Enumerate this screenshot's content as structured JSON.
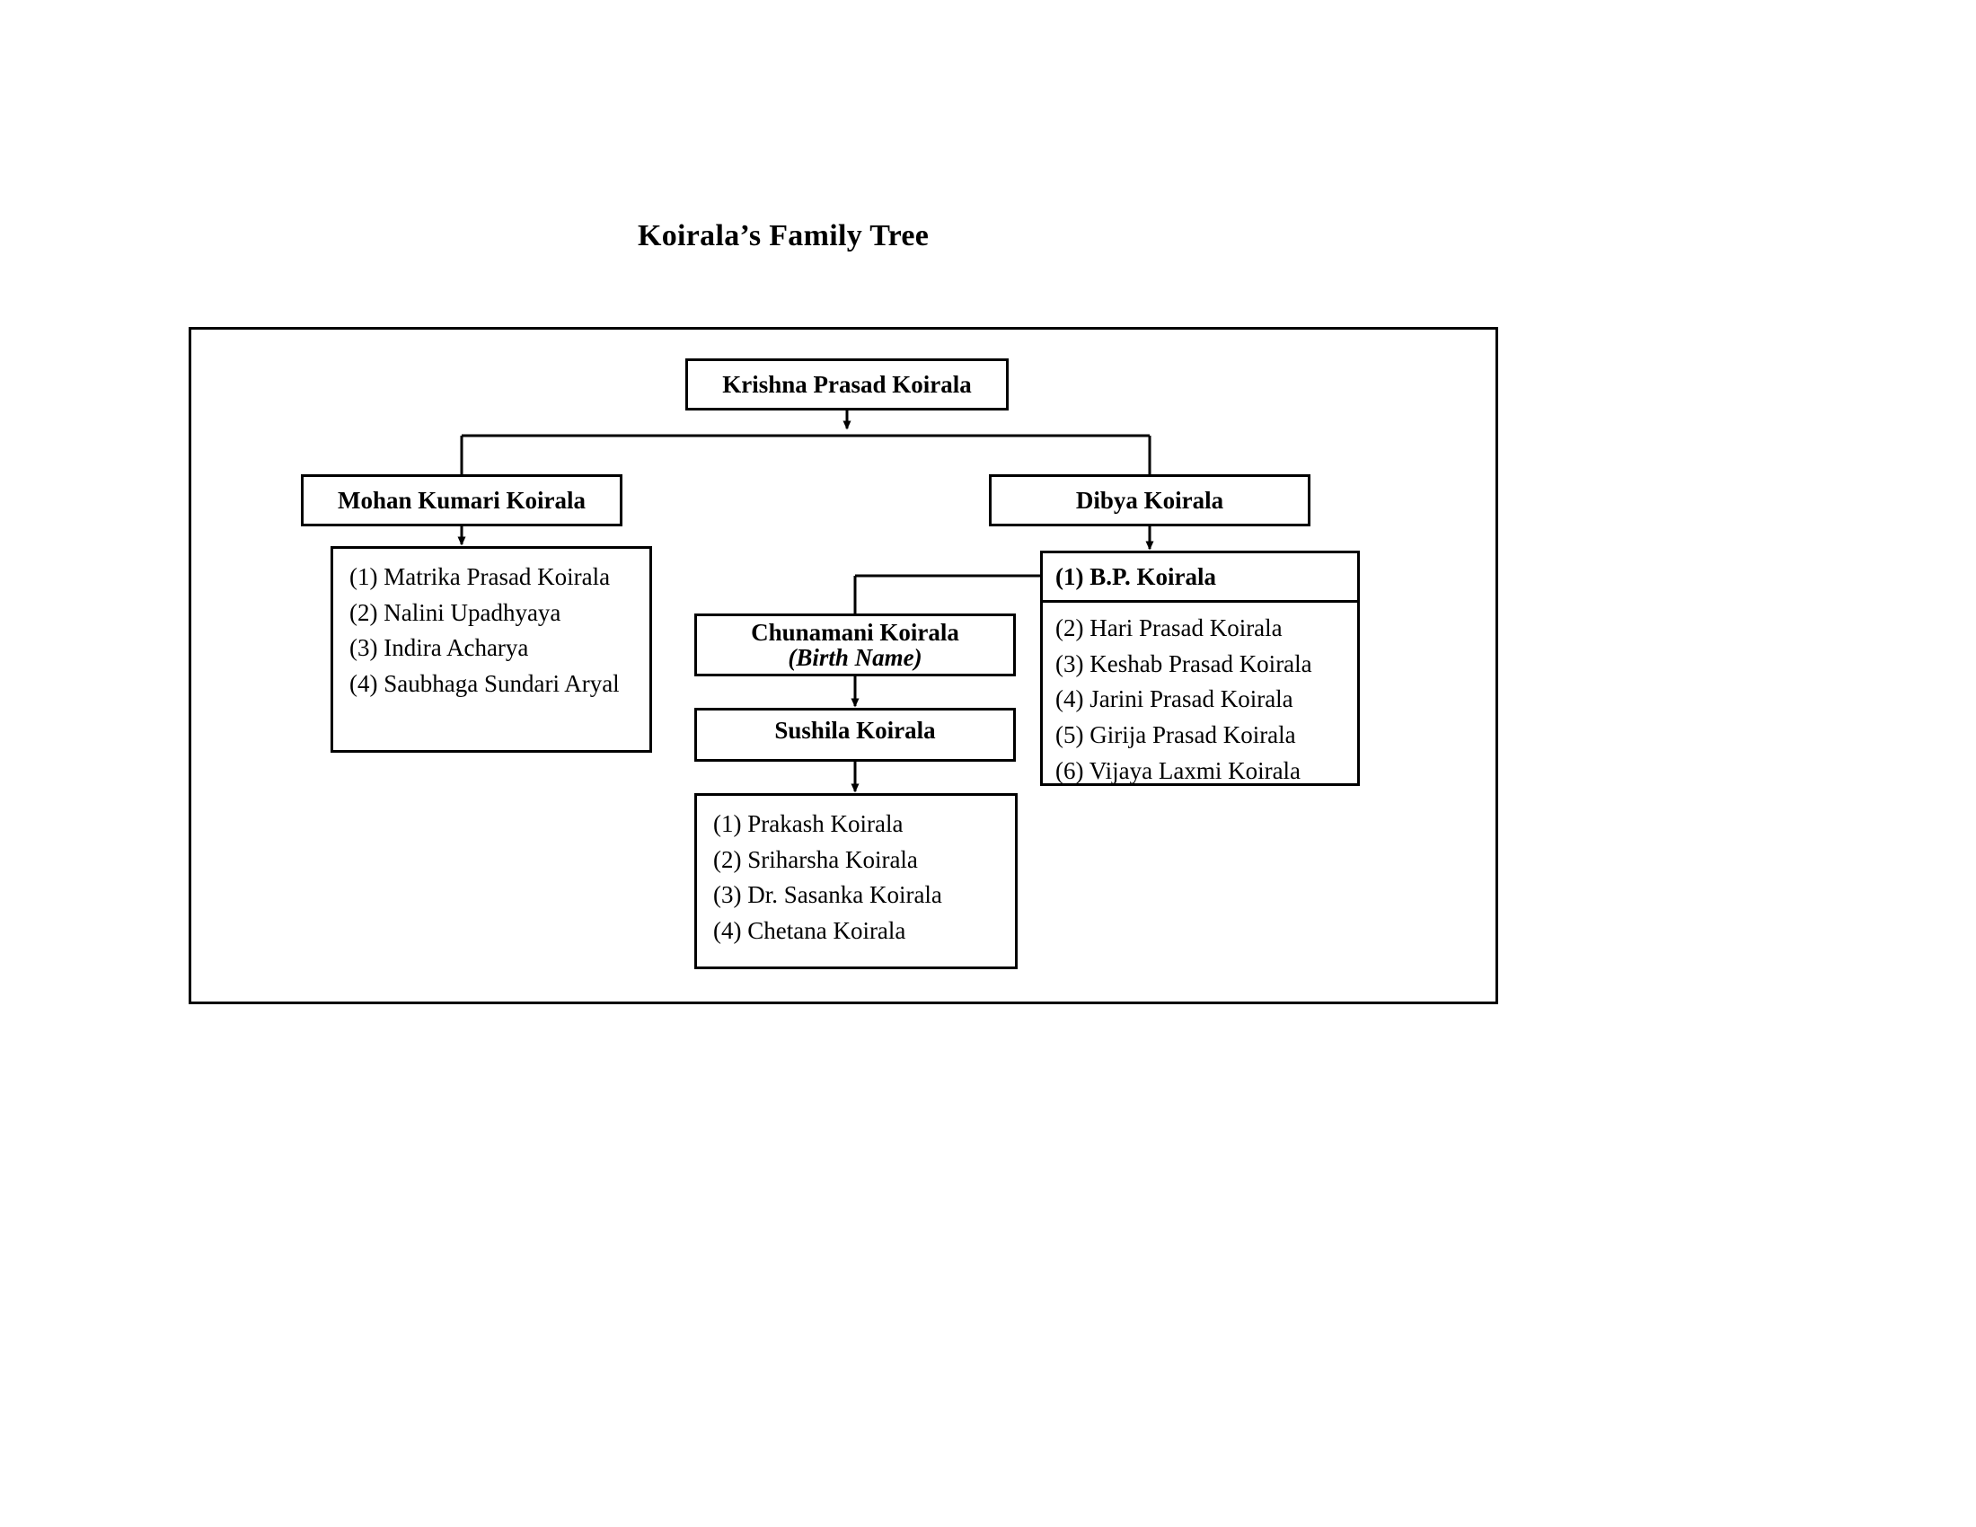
{
  "title": "Koirala’s Family Tree",
  "tree": {
    "root": {
      "label": "Krishna Prasad Koirala"
    },
    "spouses": [
      {
        "label": "Mohan Kumari Koirala"
      },
      {
        "label": "Dibya Koirala"
      }
    ],
    "mohan_children": {
      "items": [
        "(1) Matrika Prasad Koirala",
        "(2) Nalini Upadhyaya",
        "(3) Indira Acharya",
        "(4) Saubhaga Sundari Aryal"
      ]
    },
    "dibya_children": {
      "first": "(1) B.P. Koirala",
      "rest": [
        "(2) Hari Prasad Koirala",
        "(3) Keshab Prasad Koirala",
        "(4) Jarini Prasad Koirala",
        "(5) Girija Prasad Koirala",
        "(6) Vijaya Laxmi Koirala"
      ]
    },
    "bp_spouse": {
      "birth_name": "Chunamani Koirala",
      "birth_name_note": "(Birth Name)",
      "married_name": "Sushila Koirala"
    },
    "sushila_children": {
      "items": [
        "(1) Prakash Koirala",
        "(2) Sriharsha Koirala",
        "(3) Dr. Sasanka Koirala",
        "(4) Chetana Koirala"
      ]
    }
  },
  "colors": {
    "line": "#000000",
    "background": "#ffffff",
    "text": "#000000"
  }
}
